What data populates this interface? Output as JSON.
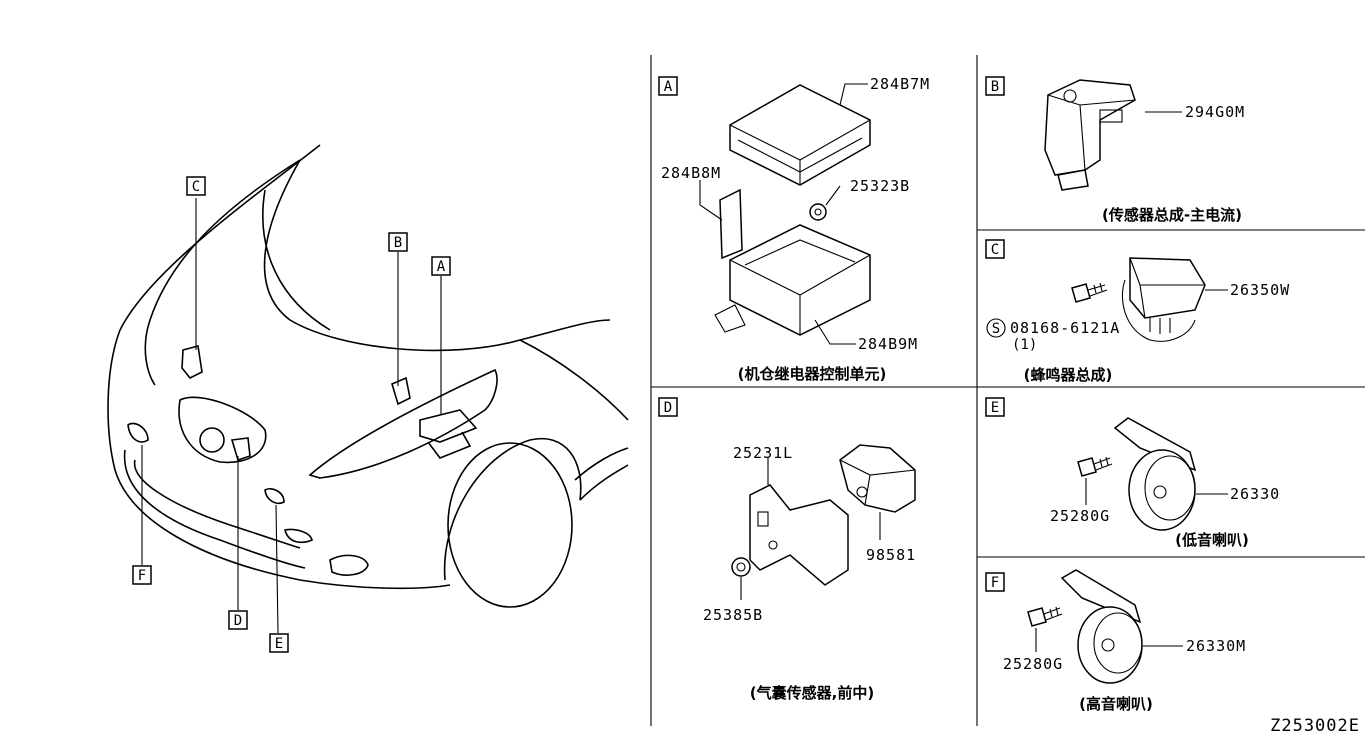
{
  "callouts": {
    "A": "A",
    "B": "B",
    "C": "C",
    "D": "D",
    "E": "E",
    "F": "F"
  },
  "panel_a": {
    "tag": "A",
    "parts": [
      "284B7M",
      "284B8M",
      "25323B",
      "284B9M"
    ],
    "caption": "(机仓继电器控制单元)"
  },
  "panel_b": {
    "tag": "B",
    "parts": [
      "294G0M"
    ],
    "caption": "(传感器总成-主电流)"
  },
  "panel_c": {
    "tag": "C",
    "parts": [
      "26350W",
      "08168-6121A",
      "(1)"
    ],
    "screw_symbol": "S",
    "caption": "(蜂鸣器总成)"
  },
  "panel_d": {
    "tag": "D",
    "parts": [
      "25231L",
      "98581",
      "25385B"
    ],
    "caption": "(气囊传感器,前中)"
  },
  "panel_e": {
    "tag": "E",
    "parts": [
      "26330",
      "25280G"
    ],
    "caption": "(低音喇叭)"
  },
  "panel_f": {
    "tag": "F",
    "parts": [
      "26330M",
      "25280G"
    ],
    "caption": "(高音喇叭)"
  },
  "diagram_code": "Z253002E"
}
